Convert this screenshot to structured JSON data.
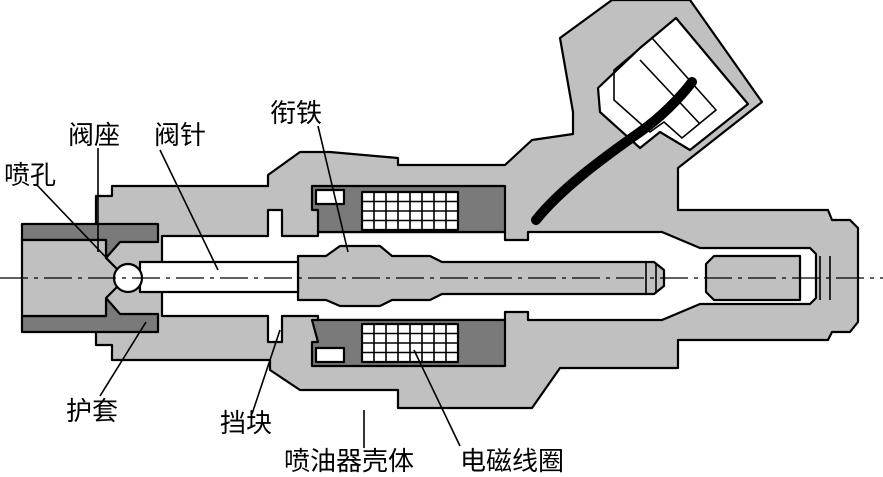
{
  "colors": {
    "housing": "#c0c0c0",
    "dark_part": "#7a7a7a",
    "white": "#ffffff",
    "outline": "#000000"
  },
  "labels": {
    "valve_seat": "阀座",
    "needle_valve": "阀针",
    "armature": "衔铁",
    "nozzle_hole": "喷孔",
    "sleeve": "护套",
    "stop_block": "挡块",
    "injector_housing": "喷油器壳体",
    "solenoid_coil": "电磁线圈"
  }
}
